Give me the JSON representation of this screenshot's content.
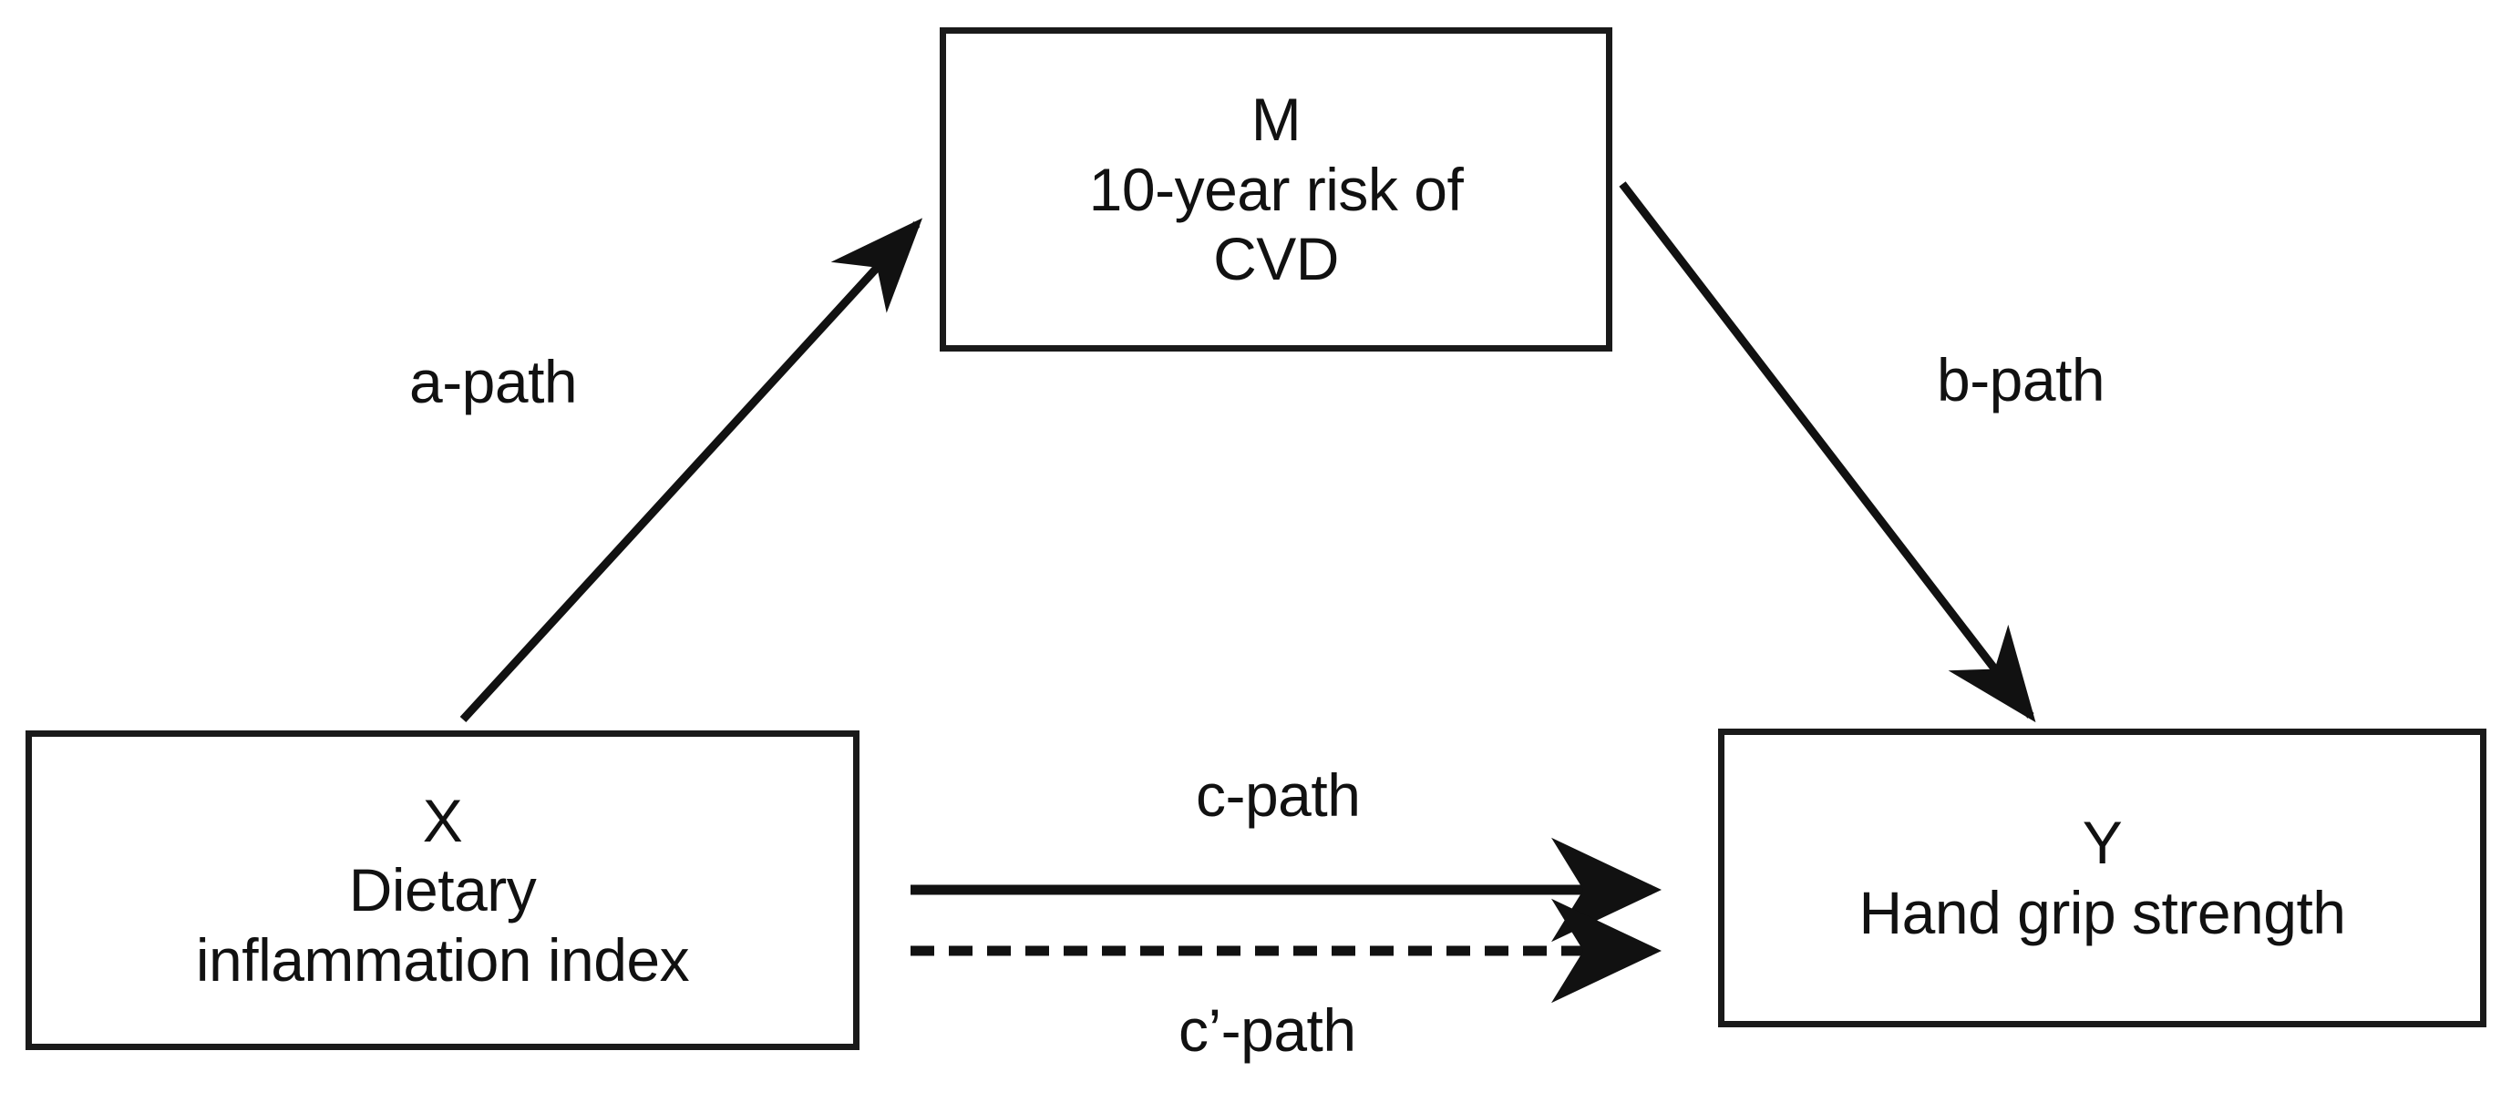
{
  "diagram": {
    "type": "mediation-model",
    "nodes": [
      {
        "id": "M",
        "role": "mediator",
        "symbol": "M",
        "lines": [
          "M",
          "10-year risk of",
          "CVD"
        ],
        "line1": "M",
        "line2": "10-year risk of",
        "line3": "CVD"
      },
      {
        "id": "X",
        "role": "independent-variable",
        "symbol": "X",
        "lines": [
          "X",
          "Dietary",
          "inflammation index"
        ],
        "line1": "X",
        "line2": "Dietary",
        "line3": "inflammation index"
      },
      {
        "id": "Y",
        "role": "dependent-variable",
        "symbol": "Y",
        "lines": [
          "Y",
          "Hand grip strength"
        ],
        "line1": "Y",
        "line2": "Hand grip strength"
      }
    ],
    "edges": [
      {
        "id": "a",
        "label": "a-path",
        "from": "X",
        "to": "M",
        "style": "solid",
        "arrow": "single"
      },
      {
        "id": "b",
        "label": "b-path",
        "from": "M",
        "to": "Y",
        "style": "solid",
        "arrow": "single"
      },
      {
        "id": "c",
        "label": "c-path",
        "from": "X",
        "to": "Y",
        "style": "solid",
        "arrow": "single"
      },
      {
        "id": "c-prime",
        "label": "c’-path",
        "from": "X",
        "to": "Y",
        "style": "dashed",
        "arrow": "single"
      }
    ],
    "colors": {
      "stroke": "#1a1a1a",
      "text": "#111111",
      "background": "#ffffff"
    }
  }
}
